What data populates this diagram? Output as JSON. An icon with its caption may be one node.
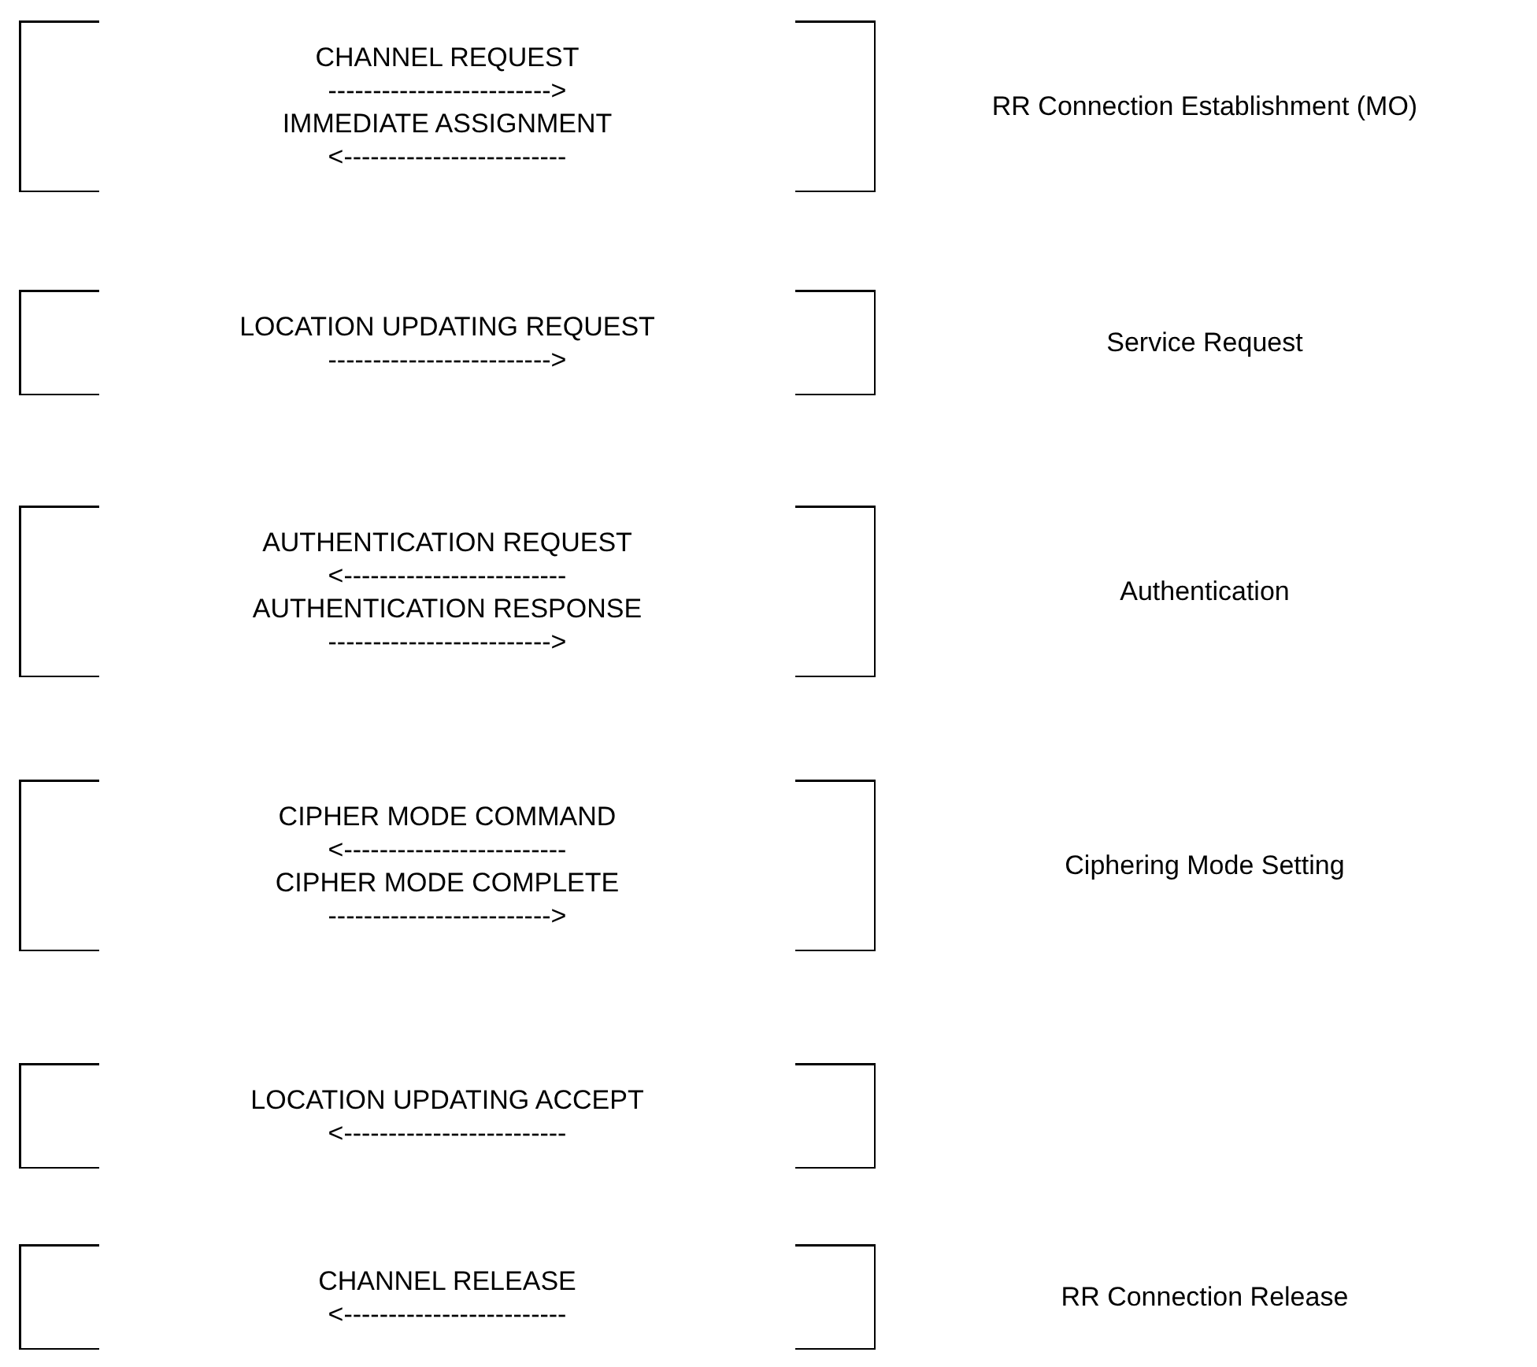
{
  "diagram": {
    "nodes": [
      {
        "text": [
          "CHANNEL REQUEST",
          "------------------------->",
          "IMMEDIATE ASSIGNMENT",
          "<-------------------------"
        ]
      },
      {
        "text": [
          "LOCATION UPDATING REQUEST",
          "------------------------->"
        ]
      },
      {
        "text": [
          "AUTHENTICATION REQUEST",
          "<-------------------------",
          "AUTHENTICATION RESPONSE",
          "------------------------->"
        ]
      },
      {
        "text": [
          "CIPHER MODE COMMAND",
          "<-------------------------",
          "CIPHER MODE COMPLETE",
          "------------------------->"
        ]
      },
      {
        "text": [
          "LOCATION UPDATING ACCEPT",
          "<-------------------------"
        ]
      },
      {
        "text": [
          "CHANNEL RELEASE",
          "<-------------------------"
        ]
      }
    ],
    "labels": [
      "RR Connection Establishment (MO)",
      "Service Request",
      "Authentication",
      "Ciphering Mode Setting",
      "RR Connection Release"
    ]
  }
}
